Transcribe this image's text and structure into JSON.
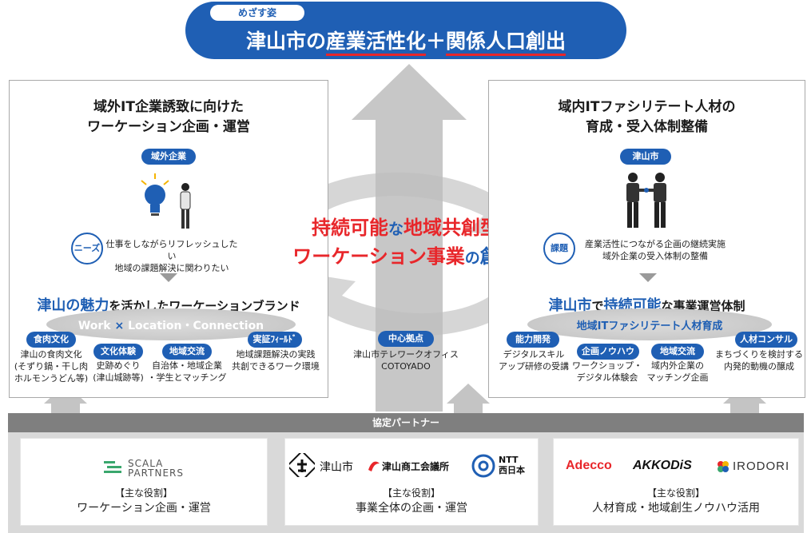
{
  "goal": {
    "tag": "めざす姿",
    "title_part1": "津山市の",
    "title_part2": "産業活性化",
    "title_part3": "＋",
    "title_part4": "関係人口創出"
  },
  "center": {
    "line1_a": "持続可能",
    "line1_b": "な",
    "line1_c": "地域共創型",
    "line2_a": "ワーケーション事業",
    "line2_b": "の",
    "line2_c": "創造"
  },
  "left": {
    "title_line1": "域外IT企業誘致に向けた",
    "title_line2": "ワーケーション企画・運営",
    "pill": "域外企業",
    "needs_tag": "ニーズ",
    "needs_line1": "仕事をしながらリフレッシュしたい",
    "needs_line2": "地域の課題解決に関わりたい",
    "subhead_a": "津山の魅力",
    "subhead_b": "を活かしたワーケーションブランド",
    "brand_a": "Work",
    "brand_x": "×",
    "brand_b": "Location・Connection",
    "features": [
      {
        "tag": "食肉文化",
        "l1": "津山の食肉文化",
        "l2": "(そずり鍋・干し肉",
        "l3": "ホルモンうどん等)"
      },
      {
        "tag": "文化体験",
        "l1": "史跡めぐり",
        "l2": "(津山城跡等)",
        "l3": ""
      },
      {
        "tag": "地域交流",
        "l1": "自治体・地域企業",
        "l2": "・学生とマッチング",
        "l3": ""
      },
      {
        "tag": "実証ﾌｨｰﾙﾄﾞ",
        "l1": "地域課題解決の実践",
        "l2": "共創できるワーク環境",
        "l3": ""
      }
    ]
  },
  "right": {
    "title_line1": "域内ITファシリテート人材の",
    "title_line2": "育成・受入体制整備",
    "pill": "津山市",
    "issue_tag": "課題",
    "issue_line1": "産業活性につながる企画の継続実施",
    "issue_line2": "域外企業の受入体制の整備",
    "subhead_a": "津山市",
    "subhead_b": "で",
    "subhead_c": "持続可能",
    "subhead_d": "な事業運営体制",
    "brand": "地域ITファシリテート人材育成",
    "features": [
      {
        "tag": "能力開発",
        "l1": "デジタルスキル",
        "l2": "アップ研修の受講"
      },
      {
        "tag": "企画ノウハウ",
        "l1": "ワークショップ・",
        "l2": "デジタル体験会"
      },
      {
        "tag": "地域交流",
        "l1": "域内外企業の",
        "l2": "マッチング企画"
      },
      {
        "tag": "人材コンサル",
        "l1": "まちづくりを検討する",
        "l2": "内発的動機の醸成"
      }
    ]
  },
  "hub": {
    "tag": "中心拠点",
    "l1": "津山市テレワークオフィス",
    "l2": "COTOYADO"
  },
  "partners": {
    "label": "協定パートナー",
    "boxes": [
      {
        "logos": [
          "SCALA",
          "PARTNERS"
        ],
        "role_head": "【主な役割】",
        "role": "ワーケーション企画・運営"
      },
      {
        "logos": [
          "津山市",
          "津山商工会議所",
          "NTT",
          "西日本"
        ],
        "role_head": "【主な役割】",
        "role": "事業全体の企画・運営"
      },
      {
        "logos": [
          "Adecco",
          "AKKODiS",
          "IRODORI"
        ],
        "role_head": "【主な役割】",
        "role": "人材育成・地域創生ノウハウ活用"
      }
    ]
  },
  "colors": {
    "blue": "#1f5fb4",
    "red": "#e8262a",
    "gray": "#7f7f7f"
  }
}
